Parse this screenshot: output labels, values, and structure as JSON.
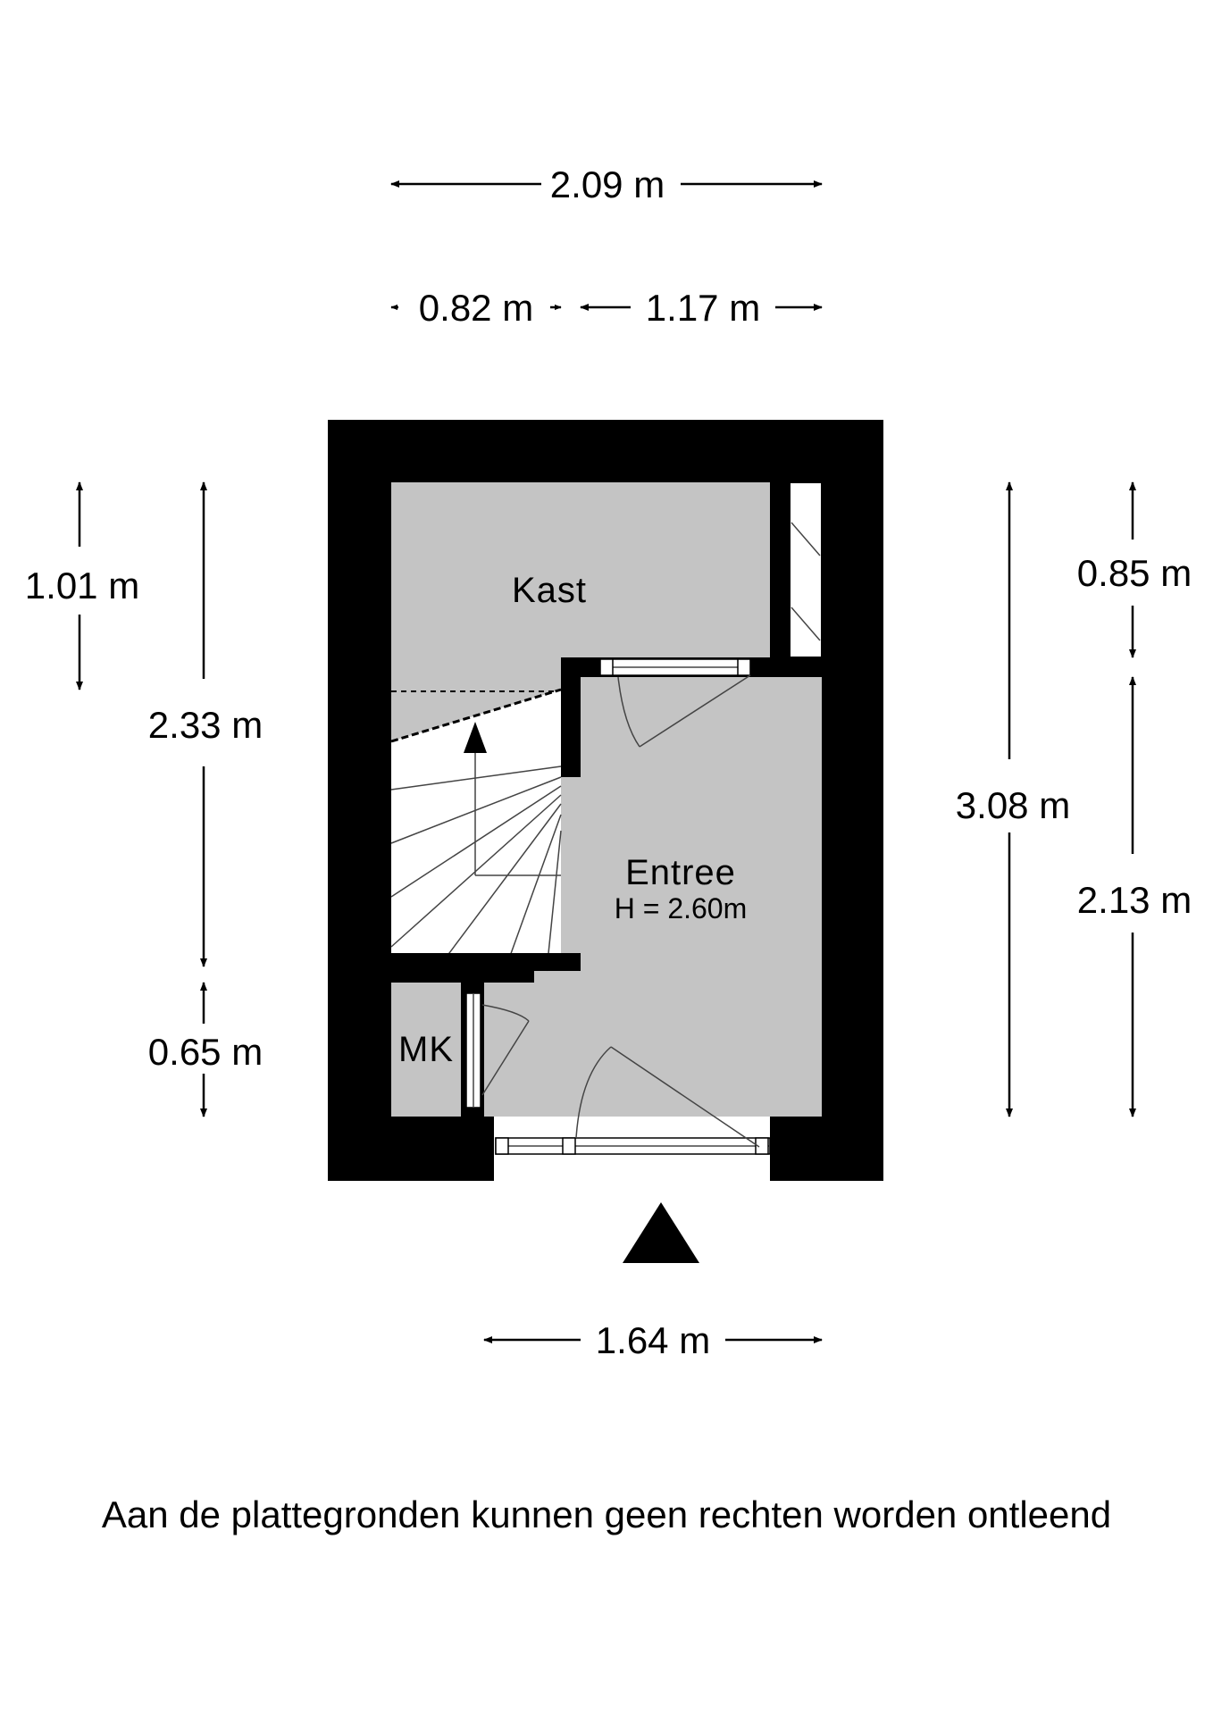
{
  "rooms": {
    "kast": "Kast",
    "entree": "Entree",
    "entree_height": "H = 2.60m",
    "mk": "MK"
  },
  "dimensions": {
    "top_total": "2.09 m",
    "top_left": "0.82 m",
    "top_right": "1.17 m",
    "left_upper": "1.01 m",
    "left_middle": "2.33 m",
    "left_lower": "0.65 m",
    "right_total": "3.08 m",
    "right_upper": "0.85 m",
    "right_lower": "2.13 m",
    "bottom": "1.64 m"
  },
  "disclaimer": "Aan de plattegronden kunnen geen rechten worden ontleend",
  "colors": {
    "wall": "#000000",
    "floor": "#c4c4c4",
    "background": "#ffffff"
  }
}
